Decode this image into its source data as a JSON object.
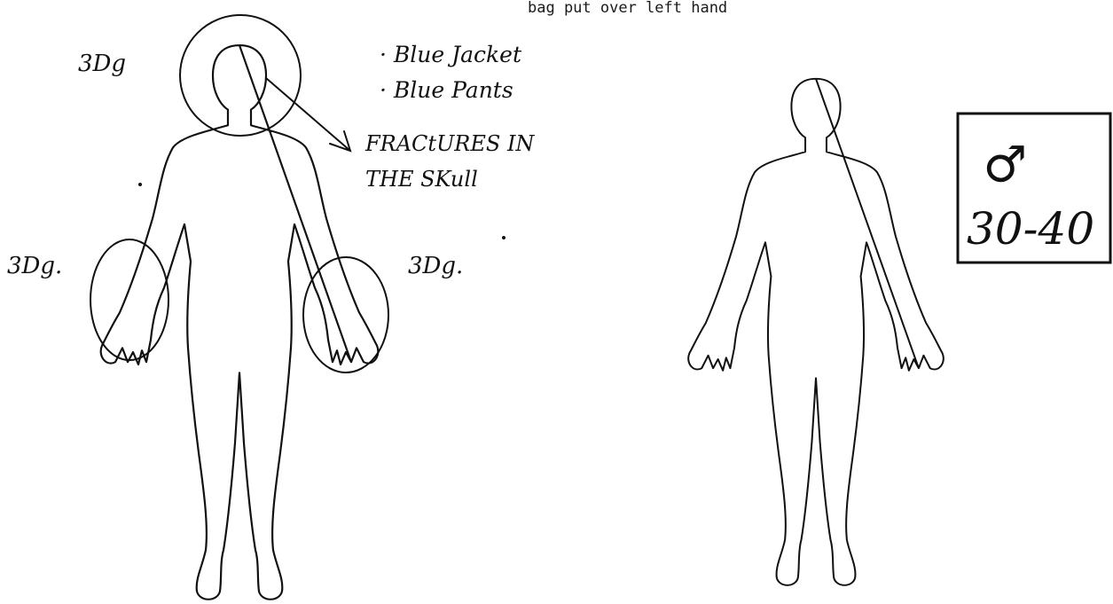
{
  "header_text": "bag put over left hand",
  "annotations": {
    "head_label": "3Dg",
    "left_hand_label": "3Dg.",
    "right_hand_label": "3Dg.",
    "clothing_1": "· Blue Jacket",
    "clothing_2": "· Blue Pants",
    "injury_line_1": "FRACtURES IN",
    "injury_line_2": "THE SKull"
  },
  "age_box": {
    "sex_symbol": "♂",
    "age_range": "30-40"
  },
  "figures": {
    "front_view": "front",
    "back_view": "back"
  }
}
